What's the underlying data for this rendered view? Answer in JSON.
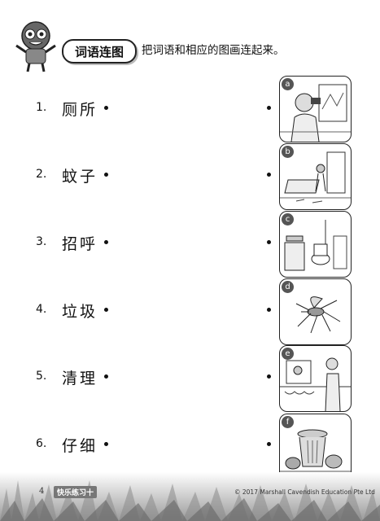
{
  "header": {
    "title": "词语连图",
    "instruction": "把词语和相应的图画连起来。"
  },
  "items": [
    {
      "number": "1.",
      "word": "厕所"
    },
    {
      "number": "2.",
      "word": "蚊子"
    },
    {
      "number": "3.",
      "word": "招呼"
    },
    {
      "number": "4.",
      "word": "垃圾"
    },
    {
      "number": "5.",
      "word": "清理"
    },
    {
      "number": "6.",
      "word": "仔细"
    }
  ],
  "pictures": [
    {
      "label": "a",
      "icon": "man-binoculars-icon"
    },
    {
      "label": "b",
      "icon": "messy-room-icon"
    },
    {
      "label": "c",
      "icon": "bathroom-toilet-icon"
    },
    {
      "label": "d",
      "icon": "mosquito-icon"
    },
    {
      "label": "e",
      "icon": "neighbors-greeting-icon"
    },
    {
      "label": "f",
      "icon": "trash-bin-icon"
    }
  ],
  "footer": {
    "page_number": "4",
    "book_name": "快乐练习十",
    "copyright": "© 2017 Marshall Cavendish Education Pte Ltd"
  }
}
